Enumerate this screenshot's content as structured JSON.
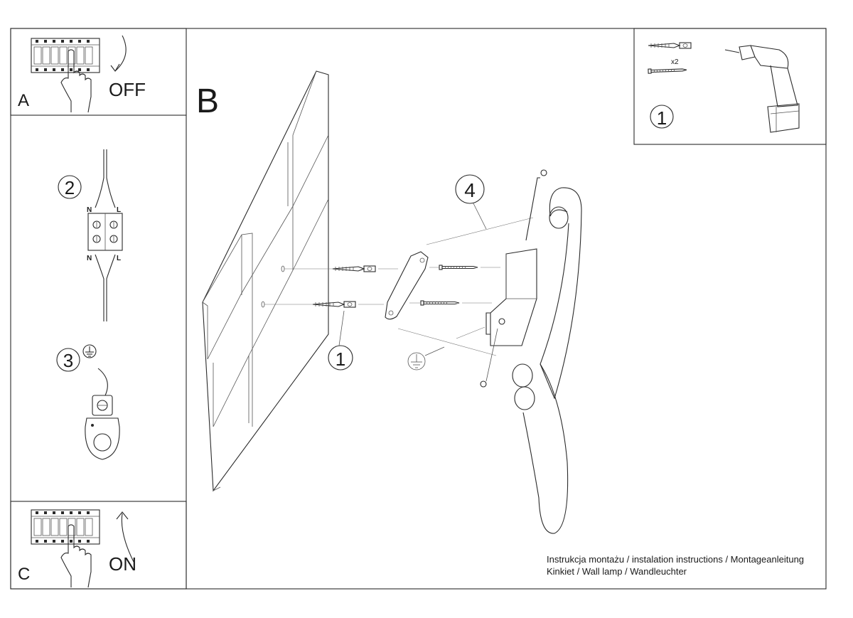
{
  "panels": {
    "a": {
      "letter": "A",
      "action": "OFF"
    },
    "b": {
      "letter": "B"
    },
    "c": {
      "letter": "C",
      "action": "ON"
    }
  },
  "steps": {
    "s1_tools": "1",
    "s2_wiring": "2",
    "s3_ground": "3",
    "s1_main": "1",
    "s4_main": "4"
  },
  "parts": {
    "quantity": "x2"
  },
  "terminal_labels": {
    "n_top": "N",
    "l_top": "L",
    "n_bottom": "N",
    "l_bottom": "L"
  },
  "caption": {
    "line1": "Instrukcja montażu / instalation instructions / Montageanleitung",
    "line2": "Kinkiet / Wall lamp / Wandleuchter"
  },
  "icons": [
    "breaker-panel-icon",
    "hand-icon",
    "curved-arrow-down-icon",
    "curved-arrow-up-icon",
    "wall-plug-icon",
    "screw-icon",
    "drill-icon",
    "connector-block-icon",
    "ground-symbol-icon",
    "ground-lug-icon",
    "wall-icon",
    "bracket-icon",
    "lamp-icon"
  ],
  "colors": {
    "line": "#2a2a2a",
    "background": "#ffffff"
  }
}
